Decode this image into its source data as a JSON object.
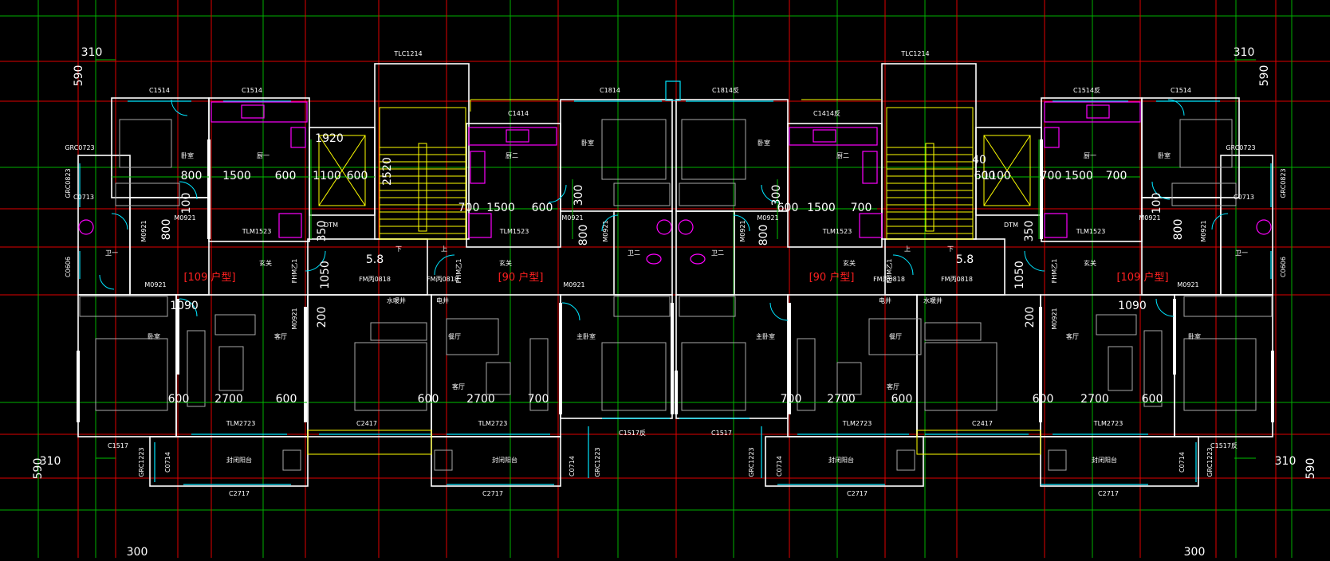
{
  "colors": {
    "background": "#000000",
    "axis_red": "#e00000",
    "axis_green": "#00b000",
    "wall": "#ffffff",
    "window": "#00e5ff",
    "dim": "#ffffff",
    "dimline": "#00c000",
    "label": "#ffffff",
    "unit_label": "#ff2020",
    "stair": "#ffff00",
    "kitchen": "#ff00ff",
    "furniture": "#b0b0b0"
  },
  "dims": [
    {
      "id": "d-310-tl",
      "text": "310"
    },
    {
      "id": "d-590-tl",
      "text": "590"
    },
    {
      "id": "d-310-tr",
      "text": "310"
    },
    {
      "id": "d-590-tr",
      "text": "590"
    },
    {
      "id": "d-310-bl",
      "text": "310"
    },
    {
      "id": "d-590-bl",
      "text": "590"
    },
    {
      "id": "d-310-br",
      "text": "310"
    },
    {
      "id": "d-590-br",
      "text": "590"
    },
    {
      "id": "d-300-bl",
      "text": "300"
    },
    {
      "id": "d-300-br",
      "text": "300"
    },
    {
      "id": "d-1920",
      "text": "1920"
    },
    {
      "id": "d-2520",
      "text": "2520"
    },
    {
      "id": "d-1100-l",
      "text": "1100"
    },
    {
      "id": "d-600-l1",
      "text": "600"
    },
    {
      "id": "d-800-l",
      "text": "800"
    },
    {
      "id": "d-1500-l",
      "text": "1500"
    },
    {
      "id": "d-600-l2",
      "text": "600"
    },
    {
      "id": "d-100-l",
      "text": "100"
    },
    {
      "id": "d-800-l2",
      "text": "800"
    },
    {
      "id": "d-350-l",
      "text": "350"
    },
    {
      "id": "d-1050-l",
      "text": "1050"
    },
    {
      "id": "d-200-l",
      "text": "200"
    },
    {
      "id": "d-5.8-l",
      "text": "5.8"
    },
    {
      "id": "d-700-c1",
      "text": "700"
    },
    {
      "id": "d-1500-c1",
      "text": "1500"
    },
    {
      "id": "d-600-c1",
      "text": "600"
    },
    {
      "id": "d-300-c1",
      "text": "300"
    },
    {
      "id": "d-800-c1",
      "text": "800"
    },
    {
      "id": "d-300-c2",
      "text": "300"
    },
    {
      "id": "d-800-c2",
      "text": "800"
    },
    {
      "id": "d-600-c2",
      "text": "600"
    },
    {
      "id": "d-1500-c2",
      "text": "1500"
    },
    {
      "id": "d-700-c2",
      "text": "700"
    },
    {
      "id": "d-600-r1",
      "text": "600"
    },
    {
      "id": "d-1100-r",
      "text": "1100"
    },
    {
      "id": "d-40-r",
      "text": "40"
    },
    {
      "id": "d-700-r1",
      "text": "700"
    },
    {
      "id": "d-1500-r",
      "text": "1500"
    },
    {
      "id": "d-700-r2",
      "text": "700"
    },
    {
      "id": "d-100-r",
      "text": "100"
    },
    {
      "id": "d-800-r",
      "text": "800"
    },
    {
      "id": "d-350-r",
      "text": "350"
    },
    {
      "id": "d-1050-r",
      "text": "1050"
    },
    {
      "id": "d-200-r",
      "text": "200"
    },
    {
      "id": "d-5.8-r",
      "text": "5.8"
    },
    {
      "id": "d-1090-l",
      "text": "1090"
    },
    {
      "id": "d-600-b1",
      "text": "600"
    },
    {
      "id": "d-2700-b1",
      "text": "2700"
    },
    {
      "id": "d-600-b2",
      "text": "600"
    },
    {
      "id": "d-600-b3",
      "text": "600"
    },
    {
      "id": "d-2700-b2",
      "text": "2700"
    },
    {
      "id": "d-700-b1",
      "text": "700"
    },
    {
      "id": "d-700-b2",
      "text": "700"
    },
    {
      "id": "d-2700-b3",
      "text": "2700"
    },
    {
      "id": "d-600-b4",
      "text": "600"
    },
    {
      "id": "d-600-b5",
      "text": "600"
    },
    {
      "id": "d-2700-b4",
      "text": "2700"
    },
    {
      "id": "d-600-b6",
      "text": "600"
    },
    {
      "id": "d-1090-r",
      "text": "1090"
    }
  ],
  "codes": [
    {
      "id": "c-C1514-1",
      "text": "C1514"
    },
    {
      "id": "c-C1514-2",
      "text": "C1514"
    },
    {
      "id": "c-TLC1214-l",
      "text": "TLC1214"
    },
    {
      "id": "c-C1814-1",
      "text": "C1814"
    },
    {
      "id": "c-C1814-2",
      "text": "C1814反"
    },
    {
      "id": "c-C1414-1",
      "text": "C1414"
    },
    {
      "id": "c-C1414-2",
      "text": "C1414反"
    },
    {
      "id": "c-TLC1214-r",
      "text": "TLC1214"
    },
    {
      "id": "c-C1514-3",
      "text": "C1514反"
    },
    {
      "id": "c-C1514-4",
      "text": "C1514"
    },
    {
      "id": "c-GRC0723-tl",
      "text": "GRC0723"
    },
    {
      "id": "c-GRC0723-tr",
      "text": "GRC0723"
    },
    {
      "id": "c-GRC0823-l",
      "text": "GRC0823"
    },
    {
      "id": "c-GRC0823-r",
      "text": "GRC0823"
    },
    {
      "id": "c-C0713-l",
      "text": "C0713"
    },
    {
      "id": "c-C0713-r",
      "text": "C0713"
    },
    {
      "id": "c-M0921-1",
      "text": "M0921"
    },
    {
      "id": "c-M0921-2",
      "text": "M0921"
    },
    {
      "id": "c-TLM1523-1",
      "text": "TLM1523"
    },
    {
      "id": "c-DTM-l",
      "text": "DTM"
    },
    {
      "id": "c-TLM1523-2",
      "text": "TLM1523"
    },
    {
      "id": "c-M0921-3",
      "text": "M0921"
    },
    {
      "id": "c-M0921-4",
      "text": "M0921"
    },
    {
      "id": "c-M0921-5",
      "text": "M0921"
    },
    {
      "id": "c-M0921-6",
      "text": "M0921"
    },
    {
      "id": "c-TLM1523-3",
      "text": "TLM1523"
    },
    {
      "id": "c-DTM-r",
      "text": "DTM"
    },
    {
      "id": "c-TLM1523-4",
      "text": "TLM1523"
    },
    {
      "id": "c-M0921-7",
      "text": "M0921"
    },
    {
      "id": "c-M0921-8",
      "text": "M0921"
    },
    {
      "id": "c-C0606-l",
      "text": "C0606"
    },
    {
      "id": "c-C0606-r",
      "text": "C0606"
    },
    {
      "id": "c-M0921-9",
      "text": "M0921"
    },
    {
      "id": "c-M0921-10",
      "text": "M0921"
    },
    {
      "id": "c-M0921-11",
      "text": "M0921"
    },
    {
      "id": "c-FHM-1",
      "text": "FHM乙1"
    },
    {
      "id": "c-FHM-2",
      "text": "FHM乙1"
    },
    {
      "id": "c-FHM-3",
      "text": "FHM乙1"
    },
    {
      "id": "c-FHM-4",
      "text": "FHM乙1"
    },
    {
      "id": "c-FM-1",
      "text": "FM丙0818"
    },
    {
      "id": "c-FM-2",
      "text": "FM丙0818"
    },
    {
      "id": "c-FM-3",
      "text": "FM丙0818"
    },
    {
      "id": "c-FM-4",
      "text": "FM丙0818"
    },
    {
      "id": "c-M0921-12",
      "text": "M0921"
    },
    {
      "id": "c-M0921-13",
      "text": "M0921"
    },
    {
      "id": "c-TLM2723-1",
      "text": "TLM2723"
    },
    {
      "id": "c-C2417-1",
      "text": "C2417"
    },
    {
      "id": "c-TLM2723-2",
      "text": "TLM2723"
    },
    {
      "id": "c-C1517-1",
      "text": "C1517反"
    },
    {
      "id": "c-C1517-2",
      "text": "C1517"
    },
    {
      "id": "c-TLM2723-3",
      "text": "TLM2723"
    },
    {
      "id": "c-C2417-2",
      "text": "C2417"
    },
    {
      "id": "c-TLM2723-4",
      "text": "TLM2723"
    },
    {
      "id": "c-C1517-l",
      "text": "C1517"
    },
    {
      "id": "c-C1517-r",
      "text": "C1517反"
    },
    {
      "id": "c-GRC1223-1",
      "text": "GRC1223"
    },
    {
      "id": "c-GRC1223-2",
      "text": "GRC1223"
    },
    {
      "id": "c-GRC1223-3",
      "text": "GRC1223"
    },
    {
      "id": "c-GRC1223-4",
      "text": "GRC1223"
    },
    {
      "id": "c-C0714-1",
      "text": "C0714"
    },
    {
      "id": "c-C0714-2",
      "text": "C0714"
    },
    {
      "id": "c-C0714-3",
      "text": "C0714"
    },
    {
      "id": "c-C0714-4",
      "text": "C0714"
    },
    {
      "id": "c-C2717-1",
      "text": "C2717"
    },
    {
      "id": "c-C2717-2",
      "text": "C2717"
    },
    {
      "id": "c-C2717-3",
      "text": "C2717"
    },
    {
      "id": "c-C2717-4",
      "text": "C2717"
    }
  ],
  "rooms": [
    {
      "id": "r-bed-tl",
      "text": "卧室"
    },
    {
      "id": "r-kit-l",
      "text": "厨一"
    },
    {
      "id": "r-kit2-l",
      "text": "厨二"
    },
    {
      "id": "r-bed-c1",
      "text": "卧室"
    },
    {
      "id": "r-bed-c2",
      "text": "卧室"
    },
    {
      "id": "r-kit2-r",
      "text": "厨二"
    },
    {
      "id": "r-kit-r",
      "text": "厨一"
    },
    {
      "id": "r-bed-tr",
      "text": "卧室"
    },
    {
      "id": "r-wc-l",
      "text": "卫一"
    },
    {
      "id": "r-hall-l",
      "text": "玄关"
    },
    {
      "id": "r-hall-c1",
      "text": "玄关"
    },
    {
      "id": "r-wc2-l",
      "text": "卫二"
    },
    {
      "id": "r-wc2-r",
      "text": "卫二"
    },
    {
      "id": "r-hall-c2",
      "text": "玄关"
    },
    {
      "id": "r-hall-r",
      "text": "玄关"
    },
    {
      "id": "r-wc-r",
      "text": "卫一"
    },
    {
      "id": "r-shaft-l",
      "text": "水暖井"
    },
    {
      "id": "r-elec-l",
      "text": "电井"
    },
    {
      "id": "r-elec-r",
      "text": "电井"
    },
    {
      "id": "r-shaft-r",
      "text": "水暖井"
    },
    {
      "id": "r-bed-bl",
      "text": "卧室"
    },
    {
      "id": "r-liv-l",
      "text": "客厅"
    },
    {
      "id": "r-din-l",
      "text": "餐厅"
    },
    {
      "id": "r-liv-c1",
      "text": "客厅"
    },
    {
      "id": "r-mbed-1",
      "text": "主卧室"
    },
    {
      "id": "r-mbed-2",
      "text": "主卧室"
    },
    {
      "id": "r-din-r",
      "text": "餐厅"
    },
    {
      "id": "r-liv-c2",
      "text": "客厅"
    },
    {
      "id": "r-liv-r",
      "text": "客厅"
    },
    {
      "id": "r-bed-br",
      "text": "卧室"
    },
    {
      "id": "r-bal-1",
      "text": "封闭阳台"
    },
    {
      "id": "r-bal-2",
      "text": "封闭阳台"
    },
    {
      "id": "r-bal-3",
      "text": "封闭阳台"
    },
    {
      "id": "r-bal-4",
      "text": "封闭阳台"
    },
    {
      "id": "r-up-1",
      "text": "上"
    },
    {
      "id": "r-down-1",
      "text": "下"
    },
    {
      "id": "r-up-2",
      "text": "上"
    },
    {
      "id": "r-down-2",
      "text": "下"
    }
  ],
  "units": [
    {
      "id": "u-1",
      "text": "[109 户型]"
    },
    {
      "id": "u-2",
      "text": "[90 户型]"
    },
    {
      "id": "u-3",
      "text": "[90 户型]"
    },
    {
      "id": "u-4",
      "text": "[109 户型]"
    }
  ]
}
